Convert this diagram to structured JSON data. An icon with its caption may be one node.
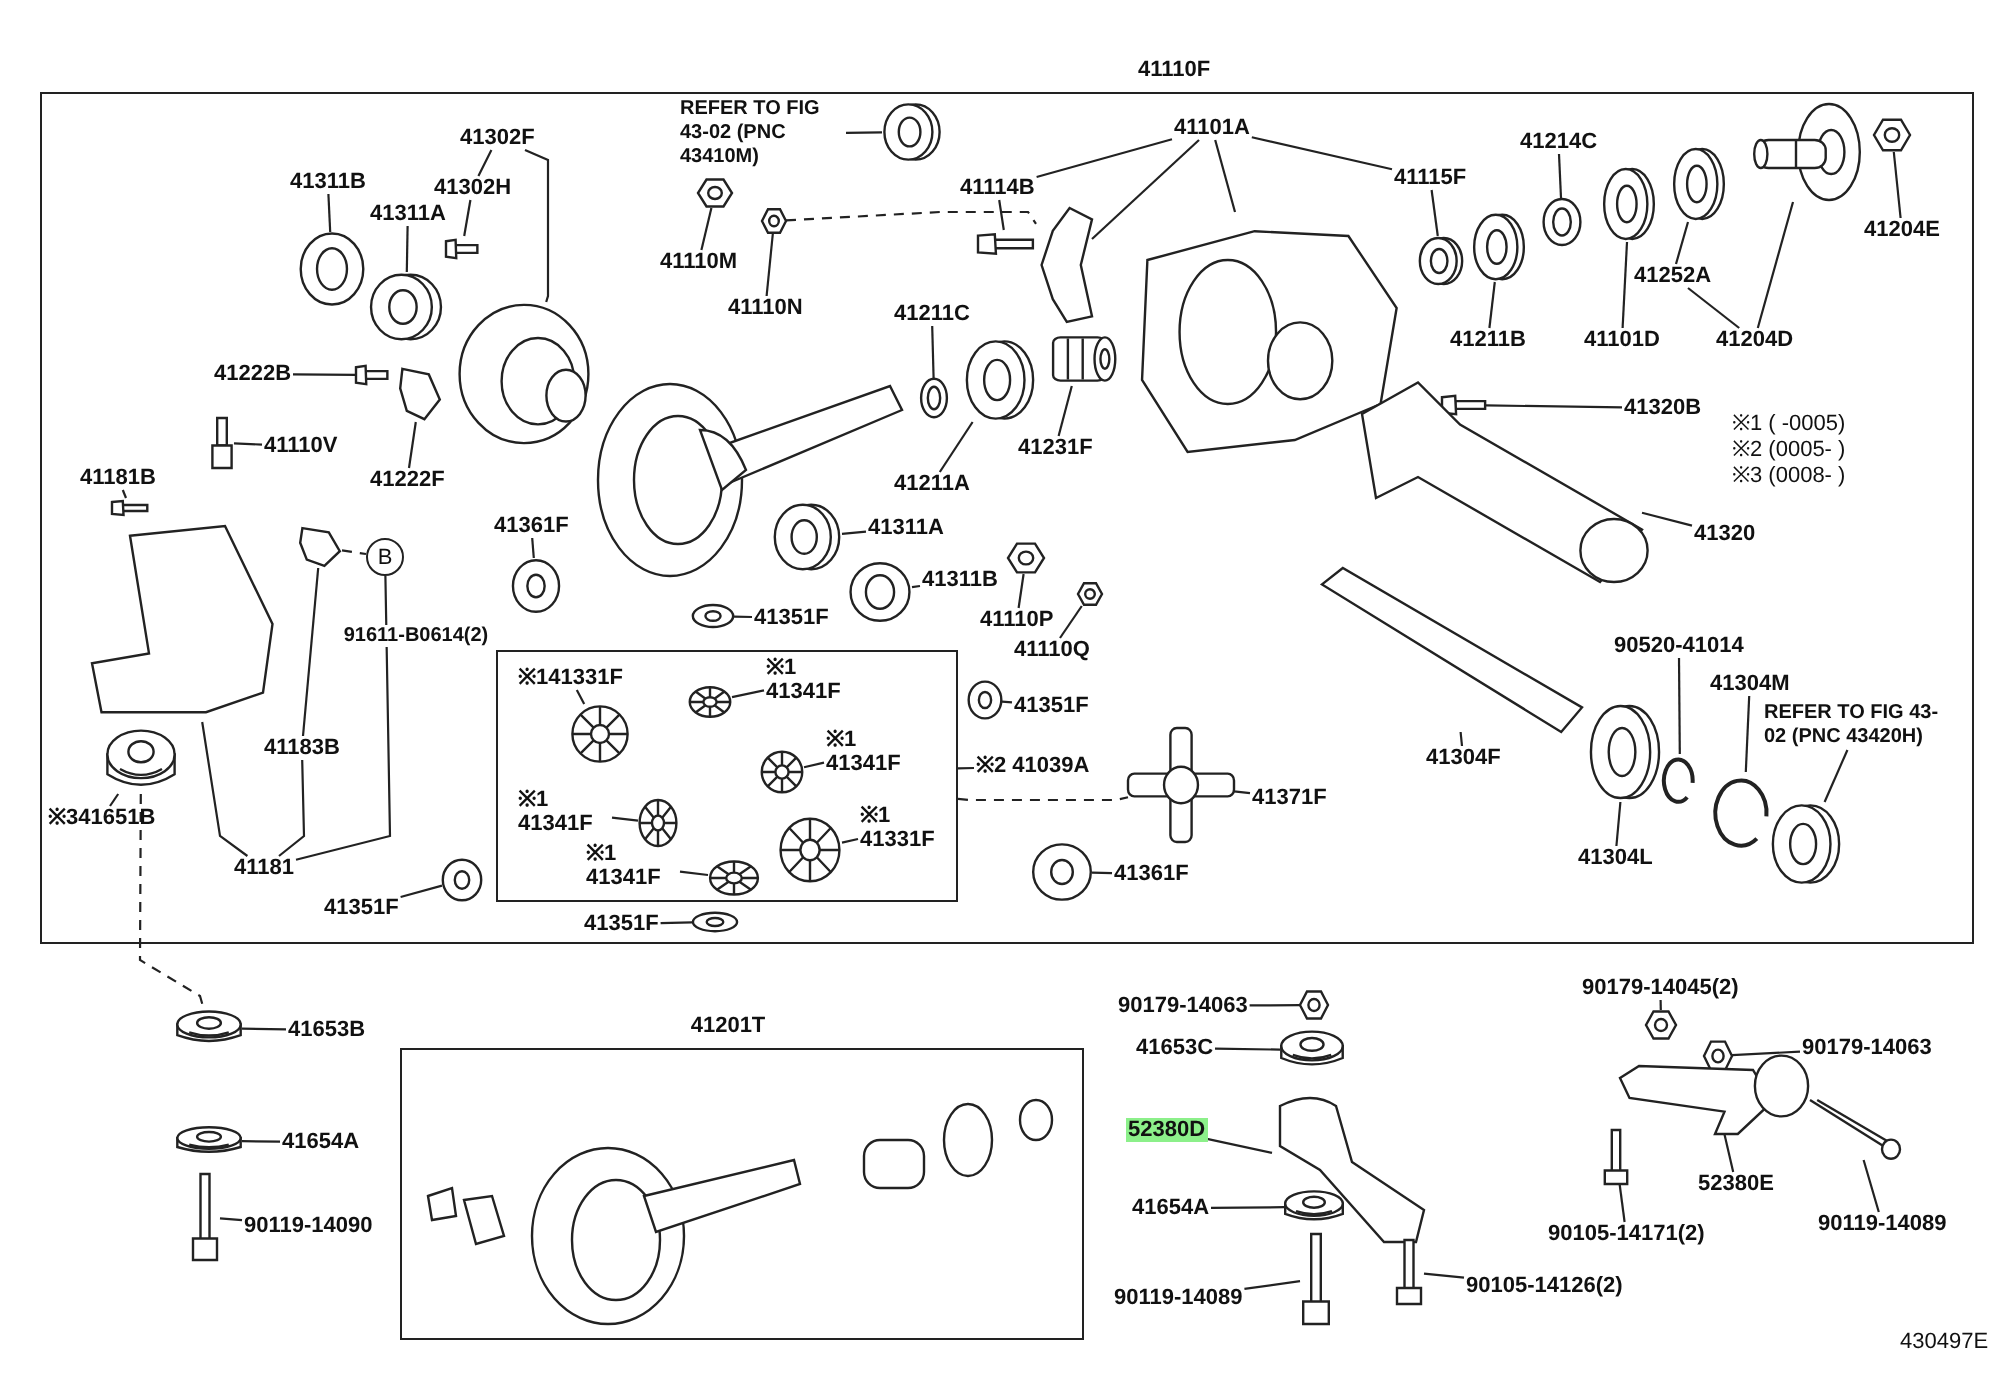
{
  "diagram": {
    "nodes": [
      {
        "text": [
          "41110F"
        ]
      },
      {
        "text": [
          "REFER TO FIG 43-02 (PNC 43410M)"
        ],
        "in": 0
      },
      {
        "text": [],
        "shape": "picture",
        "in": 0
      },
      {
        "text": [
          "41302F"
        ],
        "in": 0
      },
      {
        "text": [
          "41302H"
        ],
        "in": 0
      },
      {
        "text": [],
        "shape": "picture",
        "in": 0
      },
      {
        "text": [],
        "shape": "picture",
        "in": 0
      },
      {
        "text": [
          "41311B"
        ],
        "in": 0
      },
      {
        "text": [],
        "shape": "picture",
        "in": 0
      },
      {
        "text": [
          "41311A"
        ],
        "in": 0
      },
      {
        "text": [],
        "shape": "picture",
        "in": 0
      },
      {
        "text": [
          "41222B"
        ],
        "in": 0
      },
      {
        "text": [],
        "shape": "picture",
        "in": 0
      },
      {
        "text": [
          "41222F"
        ],
        "in": 0
      },
      {
        "text": [],
        "shape": "picture",
        "in": 0
      },
      {
        "text": [
          "41110V"
        ],
        "in": 0
      },
      {
        "text": [],
        "shape": "picture",
        "in": 0
      },
      {
        "text": [
          "41181B"
        ],
        "in": 0
      },
      {
        "text": [],
        "shape": "picture",
        "in": 0
      },
      {
        "text": [
          "41110M"
        ],
        "in": 0
      },
      {
        "text": [],
        "shape": "picture",
        "in": 0
      },
      {
        "text": [
          "41110N"
        ],
        "in": 0
      },
      {
        "text": [],
        "shape": "picture",
        "in": 0
      },
      {
        "text": [
          "41211C"
        ],
        "in": 0
      },
      {
        "text": [],
        "shape": "picture",
        "in": 0
      },
      {
        "text": [
          "41211A"
        ],
        "in": 0
      },
      {
        "text": [],
        "shape": "picture",
        "in": 0
      },
      {
        "text": [
          "41231F"
        ],
        "in": 0
      },
      {
        "text": [],
        "shape": "picture",
        "in": 0
      },
      {
        "text": [
          "41101A"
        ],
        "in": 0
      },
      {
        "text": [
          "41114B"
        ],
        "in": 0
      },
      {
        "text": [],
        "shape": "picture",
        "in": 0
      },
      {
        "text": [],
        "shape": "picture",
        "in": 0
      },
      {
        "text": [],
        "shape": "picture",
        "in": 0
      },
      {
        "text": [
          "41115F"
        ],
        "in": 0
      },
      {
        "text": [],
        "shape": "picture",
        "in": 0
      },
      {
        "text": [
          "41214C"
        ],
        "in": 0
      },
      {
        "text": [],
        "shape": "picture",
        "in": 0
      },
      {
        "text": [
          "41211B"
        ],
        "in": 0
      },
      {
        "text": [],
        "shape": "picture",
        "in": 0
      },
      {
        "text": [
          "41101D"
        ],
        "in": 0
      },
      {
        "text": [],
        "shape": "picture",
        "in": 0
      },
      {
        "text": [
          "41252A"
        ],
        "in": 0
      },
      {
        "text": [],
        "shape": "picture",
        "in": 0
      },
      {
        "text": [
          "41204D"
        ],
        "in": 0
      },
      {
        "text": [],
        "shape": "picture",
        "in": 0
      },
      {
        "text": [
          "41204E"
        ],
        "in": 0
      },
      {
        "text": [],
        "shape": "picture",
        "in": 0
      },
      {
        "text": [
          "41320B"
        ],
        "in": 0
      },
      {
        "text": [],
        "shape": "picture",
        "in": 0
      },
      {
        "text": [],
        "shape": "picture",
        "in": 0
      },
      {
        "text": [
          "41320"
        ],
        "in": 0
      },
      {
        "text": [],
        "shape": "picture",
        "in": 0
      },
      {
        "text": [],
        "shape": "picture",
        "in": 0
      },
      {
        "text": [
          "B"
        ],
        "in": 0
      },
      {
        "text": [
          "41183B"
        ],
        "in": 0
      },
      {
        "text": [],
        "shape": "picture",
        "in": 0
      },
      {
        "text": [
          "※341651B"
        ],
        "in": 0
      },
      {
        "text": [
          "41181"
        ],
        "in": 0
      },
      {
        "text": [
          "41361F"
        ],
        "in": 0
      },
      {
        "text": [],
        "shape": "picture",
        "in": 0
      },
      {
        "text": [
          "41311A"
        ],
        "in": 0
      },
      {
        "text": [],
        "shape": "picture",
        "in": 0
      },
      {
        "text": [
          "41311B"
        ],
        "in": 0
      },
      {
        "text": [],
        "shape": "picture",
        "in": 0
      },
      {
        "text": [
          "41351F"
        ],
        "in": 0
      },
      {
        "text": [],
        "shape": "picture",
        "in": 0
      },
      {
        "text": [
          "41110P"
        ],
        "in": 0
      },
      {
        "text": [],
        "shape": "picture",
        "in": 0
      },
      {
        "text": [
          "41110Q"
        ],
        "in": 0
      },
      {
        "text": [],
        "shape": "picture",
        "in": 0
      },
      {
        "text": [],
        "shape": "box",
        "in": 0
      },
      {
        "text": [
          "※141331F"
        ],
        "in": 71
      },
      {
        "text": [],
        "shape": "picture",
        "in": 71
      },
      {
        "text": [
          "※1 41341F"
        ],
        "in": 71
      },
      {
        "text": [],
        "shape": "picture",
        "in": 71
      },
      {
        "text": [
          "※1 41341F"
        ],
        "in": 71
      },
      {
        "text": [],
        "shape": "picture",
        "in": 71
      },
      {
        "text": [
          "※1 41341F"
        ],
        "in": 71
      },
      {
        "text": [],
        "shape": "picture",
        "in": 71
      },
      {
        "text": [
          "※1 41331F"
        ],
        "in": 71
      },
      {
        "text": [],
        "shape": "picture",
        "in": 71
      },
      {
        "text": [
          "※1 41341F"
        ],
        "in": 71
      },
      {
        "text": [],
        "shape": "picture",
        "in": 71
      },
      {
        "text": [
          "※2 41039A"
        ],
        "in": 0
      },
      {
        "text": [
          "41351F"
        ],
        "in": 0
      },
      {
        "text": [],
        "shape": "picture",
        "in": 0
      },
      {
        "text": [
          "41351F"
        ],
        "in": 0
      },
      {
        "text": [],
        "shape": "picture",
        "in": 0
      },
      {
        "text": [
          "41351F"
        ],
        "in": 0
      },
      {
        "text": [],
        "shape": "picture",
        "in": 0
      },
      {
        "text": [
          "41371F"
        ],
        "in": 0
      },
      {
        "text": [],
        "shape": "picture",
        "in": 0
      },
      {
        "text": [
          "41361F"
        ],
        "in": 0
      },
      {
        "text": [],
        "shape": "picture",
        "in": 0
      },
      {
        "text": [
          "41304F"
        ],
        "in": 0
      },
      {
        "text": [],
        "shape": "picture",
        "in": 0
      },
      {
        "text": [
          "90520-41014"
        ],
        "in": 0
      },
      {
        "text": [],
        "shape": "picture",
        "in": 0
      },
      {
        "text": [
          "41304M"
        ],
        "in": 0
      },
      {
        "text": [],
        "shape": "picture",
        "in": 0
      },
      {
        "text": [
          "REFER TO FIG 43-02 (PNC 43420H)"
        ],
        "in": 0
      },
      {
        "text": [],
        "shape": "picture",
        "in": 0
      },
      {
        "text": [
          "41304L"
        ],
        "in": 0
      },
      {
        "text": [],
        "shape": "picture",
        "in": 0
      },
      {
        "text": [
          "41653B"
        ]
      },
      {
        "text": [],
        "shape": "picture"
      },
      {
        "text": [
          "41654A"
        ]
      },
      {
        "text": [],
        "shape": "picture"
      },
      {
        "text": [
          "90119-14090"
        ]
      },
      {
        "text": [],
        "shape": "picture"
      },
      {
        "text": [
          "41201T"
        ]
      },
      {
        "text": [
          "90179-14063"
        ]
      },
      {
        "text": [],
        "shape": "picture"
      },
      {
        "text": [
          "41653C"
        ]
      },
      {
        "text": [],
        "shape": "picture"
      },
      {
        "text": [
          "52380D"
        ]
      },
      {
        "text": [],
        "shape": "picture"
      },
      {
        "text": [
          "41654A"
        ]
      },
      {
        "text": [],
        "shape": "picture"
      },
      {
        "text": [
          "90119-14089"
        ]
      },
      {
        "text": [],
        "shape": "picture"
      },
      {
        "text": [
          "90105-14126(2)"
        ]
      },
      {
        "text": [],
        "shape": "picture"
      },
      {
        "text": [
          "90179-14045(2)"
        ]
      },
      {
        "text": [],
        "shape": "picture"
      },
      {
        "text": [
          "90179-14063"
        ]
      },
      {
        "text": [],
        "shape": "picture"
      },
      {
        "text": [
          "52380E"
        ]
      },
      {
        "text": [],
        "shape": "picture"
      },
      {
        "text": [
          "90105-14171(2)"
        ]
      },
      {
        "text": [],
        "shape": "picture"
      },
      {
        "text": [
          "90119-14089"
        ]
      },
      {
        "text": [],
        "shape": "picture"
      }
    ],
    "edges": [
      {
        "from": 1,
        "to": 2,
        "arrow": "none"
      },
      {
        "from": 3,
        "to": 6,
        "arrow": "none"
      },
      {
        "from": 3,
        "to": 4,
        "arrow": "none"
      },
      {
        "from": 4,
        "to": 5,
        "arrow": "none"
      },
      {
        "from": 7,
        "to": 8,
        "arrow": "none"
      },
      {
        "from": 9,
        "to": 10,
        "arrow": "none"
      },
      {
        "from": 11,
        "to": 12,
        "arrow": "none"
      },
      {
        "from": 13,
        "to": 14,
        "arrow": "none"
      },
      {
        "from": 15,
        "to": 16,
        "arrow": "none"
      },
      {
        "from": 17,
        "to": 18,
        "arrow": "none"
      },
      {
        "from": 19,
        "to": 20,
        "arrow": "none"
      },
      {
        "from": 21,
        "to": 22,
        "arrow": "none"
      },
      {
        "from": 23,
        "to": 24,
        "arrow": "none"
      },
      {
        "from": 25,
        "to": 26,
        "arrow": "none"
      },
      {
        "from": 27,
        "to": 28,
        "arrow": "none"
      },
      {
        "from": 29,
        "to": 30,
        "arrow": "none"
      },
      {
        "from": 29,
        "to": 32,
        "arrow": "none"
      },
      {
        "from": 29,
        "to": 33,
        "arrow": "none"
      },
      {
        "from": 29,
        "to": 34,
        "arrow": "none"
      },
      {
        "from": 30,
        "to": 31,
        "arrow": "none"
      },
      {
        "from": 34,
        "to": 35,
        "arrow": "none"
      },
      {
        "from": 36,
        "to": 37,
        "arrow": "none"
      },
      {
        "from": 38,
        "to": 39,
        "arrow": "none"
      },
      {
        "from": 40,
        "to": 41,
        "arrow": "none"
      },
      {
        "from": 42,
        "to": 43,
        "arrow": "none"
      },
      {
        "from": 44,
        "to": 42,
        "arrow": "none"
      },
      {
        "from": 44,
        "to": 45,
        "arrow": "none"
      },
      {
        "from": 46,
        "to": 47,
        "arrow": "none"
      },
      {
        "from": 48,
        "to": 49,
        "arrow": "none"
      },
      {
        "from": 51,
        "to": 50,
        "arrow": "none"
      },
      {
        "from": 53,
        "to": 54,
        "arrow": "none",
        "style": "dashed"
      },
      {
        "from": 55,
        "to": 53,
        "arrow": "none"
      },
      {
        "from": 57,
        "to": 56,
        "arrow": "none"
      },
      {
        "from": 58,
        "to": 52,
        "arrow": "none"
      },
      {
        "from": 58,
        "to": 55,
        "arrow": "none"
      },
      {
        "from": 58,
        "to": 54,
        "arrow": "none",
        "label": "91611-B0614(2)"
      },
      {
        "from": 59,
        "to": 60,
        "arrow": "none"
      },
      {
        "from": 61,
        "to": 62,
        "arrow": "none"
      },
      {
        "from": 63,
        "to": 64,
        "arrow": "none"
      },
      {
        "from": 65,
        "to": 66,
        "arrow": "none"
      },
      {
        "from": 67,
        "to": 68,
        "arrow": "none"
      },
      {
        "from": 69,
        "to": 70,
        "arrow": "none"
      },
      {
        "from": 72,
        "to": 73,
        "arrow": "none"
      },
      {
        "from": 74,
        "to": 75,
        "arrow": "none"
      },
      {
        "from": 76,
        "to": 77,
        "arrow": "none"
      },
      {
        "from": 78,
        "to": 79,
        "arrow": "none"
      },
      {
        "from": 80,
        "to": 81,
        "arrow": "none"
      },
      {
        "from": 82,
        "to": 83,
        "arrow": "none"
      },
      {
        "from": 84,
        "to": 71,
        "arrow": "none"
      },
      {
        "from": 85,
        "to": 86,
        "arrow": "none"
      },
      {
        "from": 87,
        "to": 88,
        "arrow": "none"
      },
      {
        "from": 89,
        "to": 90,
        "arrow": "none"
      },
      {
        "from": 91,
        "to": 92,
        "arrow": "none"
      },
      {
        "from": 93,
        "to": 94,
        "arrow": "none"
      },
      {
        "from": 95,
        "to": 96,
        "arrow": "none"
      },
      {
        "from": 97,
        "to": 98,
        "arrow": "none"
      },
      {
        "from": 99,
        "to": 100,
        "arrow": "none"
      },
      {
        "from": 101,
        "to": 102,
        "arrow": "none"
      },
      {
        "from": 103,
        "to": 104,
        "arrow": "none"
      },
      {
        "from": 105,
        "to": 106,
        "arrow": "none"
      },
      {
        "from": 107,
        "to": 108,
        "arrow": "none"
      },
      {
        "from": 109,
        "to": 110,
        "arrow": "none"
      },
      {
        "from": 112,
        "to": 113,
        "arrow": "none"
      },
      {
        "from": 114,
        "to": 115,
        "arrow": "none"
      },
      {
        "from": 116,
        "to": 117,
        "arrow": "none"
      },
      {
        "from": 118,
        "to": 119,
        "arrow": "none"
      },
      {
        "from": 120,
        "to": 121,
        "arrow": "none"
      },
      {
        "from": 122,
        "to": 123,
        "arrow": "none"
      },
      {
        "from": 124,
        "to": 125,
        "arrow": "none"
      },
      {
        "from": 126,
        "to": 127,
        "arrow": "none"
      },
      {
        "from": 128,
        "to": 129,
        "arrow": "none"
      },
      {
        "from": 130,
        "to": 131,
        "arrow": "none"
      },
      {
        "from": 132,
        "to": 133,
        "arrow": "none"
      },
      {
        "from": 22,
        "to": 32,
        "arrow": "none",
        "style": "dashed"
      },
      {
        "from": 56,
        "to": 106,
        "arrow": "none",
        "style": "dashed"
      },
      {
        "from": 71,
        "to": 92,
        "arrow": "none",
        "style": "dashed"
      }
    ],
    "labels": [
      "※1 ( -0005)",
      "※2 (0005- )",
      "※3 (0008- )",
      "430497E"
    ]
  }
}
